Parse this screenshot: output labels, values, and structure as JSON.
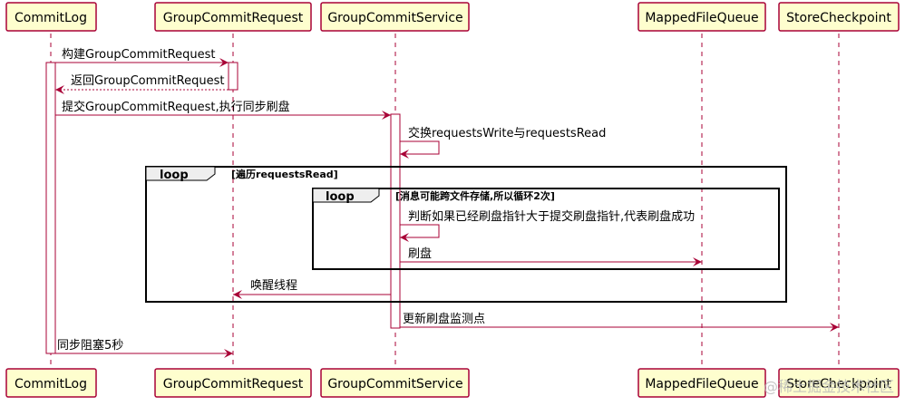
{
  "participants": [
    {
      "id": "commitlog",
      "name": "CommitLog"
    },
    {
      "id": "request",
      "name": "GroupCommitRequest"
    },
    {
      "id": "service",
      "name": "GroupCommitService"
    },
    {
      "id": "queue",
      "name": "MappedFileQueue"
    },
    {
      "id": "checkpoint",
      "name": "StoreCheckpoint"
    }
  ],
  "messages": [
    {
      "from": "commitlog",
      "to": "request",
      "label": "构建GroupCommitRequest",
      "style": "solid"
    },
    {
      "from": "request",
      "to": "commitlog",
      "label": "返回GroupCommitRequest",
      "style": "dashed"
    },
    {
      "from": "commitlog",
      "to": "service",
      "label": "提交GroupCommitRequest,执行同步刷盘",
      "style": "solid"
    },
    {
      "from": "service",
      "to": "service",
      "label": "交换requestsWrite与requestsRead",
      "style": "self"
    },
    {
      "from": "service",
      "to": "service",
      "label": "判断如果已经刷盘指针大于提交刷盘指针,代表刷盘成功",
      "style": "self"
    },
    {
      "from": "service",
      "to": "queue",
      "label": "刷盘",
      "style": "solid"
    },
    {
      "from": "service",
      "to": "request",
      "label": "唤醒线程",
      "style": "solid"
    },
    {
      "from": "service",
      "to": "checkpoint",
      "label": "更新刷盘监测点",
      "style": "solid"
    },
    {
      "from": "commitlog",
      "to": "request",
      "label": "同步阻塞5秒",
      "style": "solid"
    }
  ],
  "fragments": [
    {
      "keyword": "loop",
      "condition": "[遍历requestsRead]"
    },
    {
      "keyword": "loop",
      "condition": "[消息可能跨文件存储,所以循环2次]"
    }
  ],
  "watermark": "@稀土掘金技术社区",
  "colors": {
    "border": "#a80036",
    "box_fill": "#fefece",
    "fragment_tag": "#eeeeee"
  }
}
